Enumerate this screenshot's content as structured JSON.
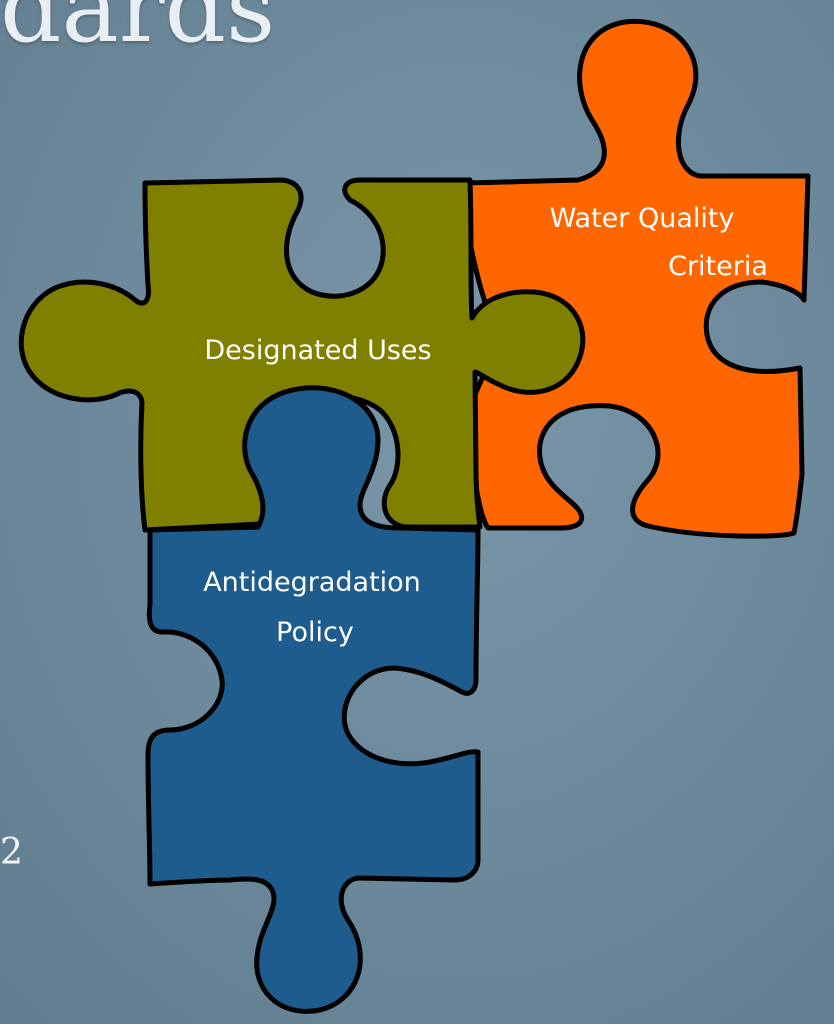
{
  "slide": {
    "title": "dards",
    "page_number": "2",
    "background_color": "#6d8a9c"
  },
  "puzzle": {
    "pieces": [
      {
        "id": "water-quality-criteria",
        "label_lines": [
          "Water Quality",
          "Criteria"
        ],
        "color": "#ff6600"
      },
      {
        "id": "designated-uses",
        "label_lines": [
          "Designated Uses"
        ],
        "color": "#808000"
      },
      {
        "id": "antidegradation-policy",
        "label_lines": [
          "Antidegradation",
          "Policy"
        ],
        "color": "#1f5c8e"
      }
    ],
    "outline_color": "#000000"
  }
}
